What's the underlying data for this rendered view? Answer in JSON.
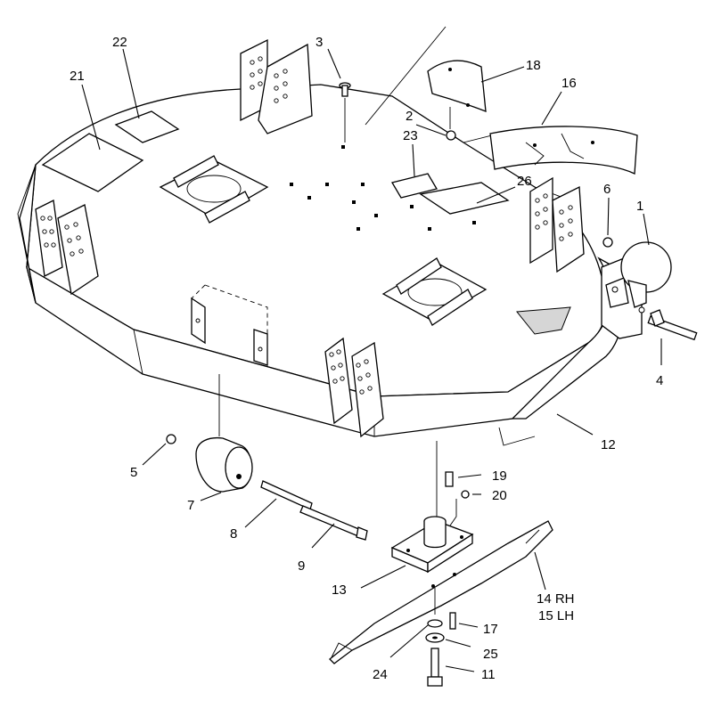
{
  "labels": {
    "p1": "1",
    "p2": "2",
    "p3": "3",
    "p4": "4",
    "p5": "5",
    "p6": "6",
    "p7": "7",
    "p8": "8",
    "p9": "9",
    "p11": "11",
    "p12": "12",
    "p13": "13",
    "p14": "14 RH",
    "p15": "15 LH",
    "p16": "16",
    "p17": "17",
    "p18": "18",
    "p19": "19",
    "p20": "20",
    "p21": "21",
    "p22": "22",
    "p23": "23",
    "p24": "24",
    "p25": "25",
    "p26": "26"
  }
}
